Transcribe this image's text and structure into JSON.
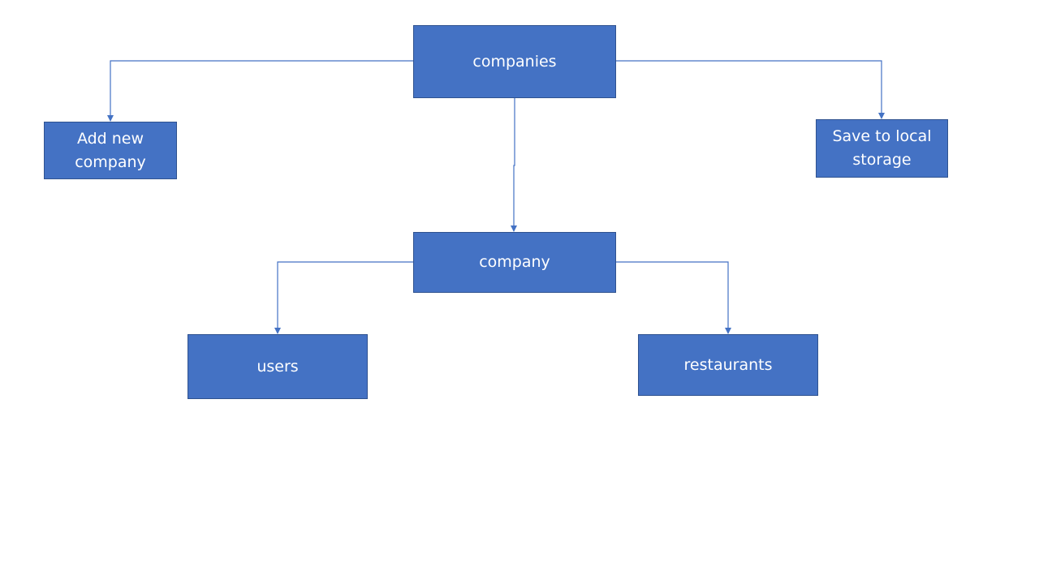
{
  "diagram": {
    "nodes": {
      "companies": "companies",
      "add_new_company": "Add new\ncompany",
      "save_to_local_storage": "Save to local\nstorage",
      "company": "company",
      "users": "users",
      "restaurants": "restaurants"
    },
    "edges": [
      {
        "from": "companies",
        "to": "add_new_company"
      },
      {
        "from": "companies",
        "to": "save_to_local_storage"
      },
      {
        "from": "companies",
        "to": "company"
      },
      {
        "from": "company",
        "to": "users"
      },
      {
        "from": "company",
        "to": "restaurants"
      }
    ],
    "colors": {
      "node_fill": "#4472c4",
      "node_border": "#2f528f",
      "node_text": "#ffffff",
      "connector": "#4472c4"
    }
  }
}
